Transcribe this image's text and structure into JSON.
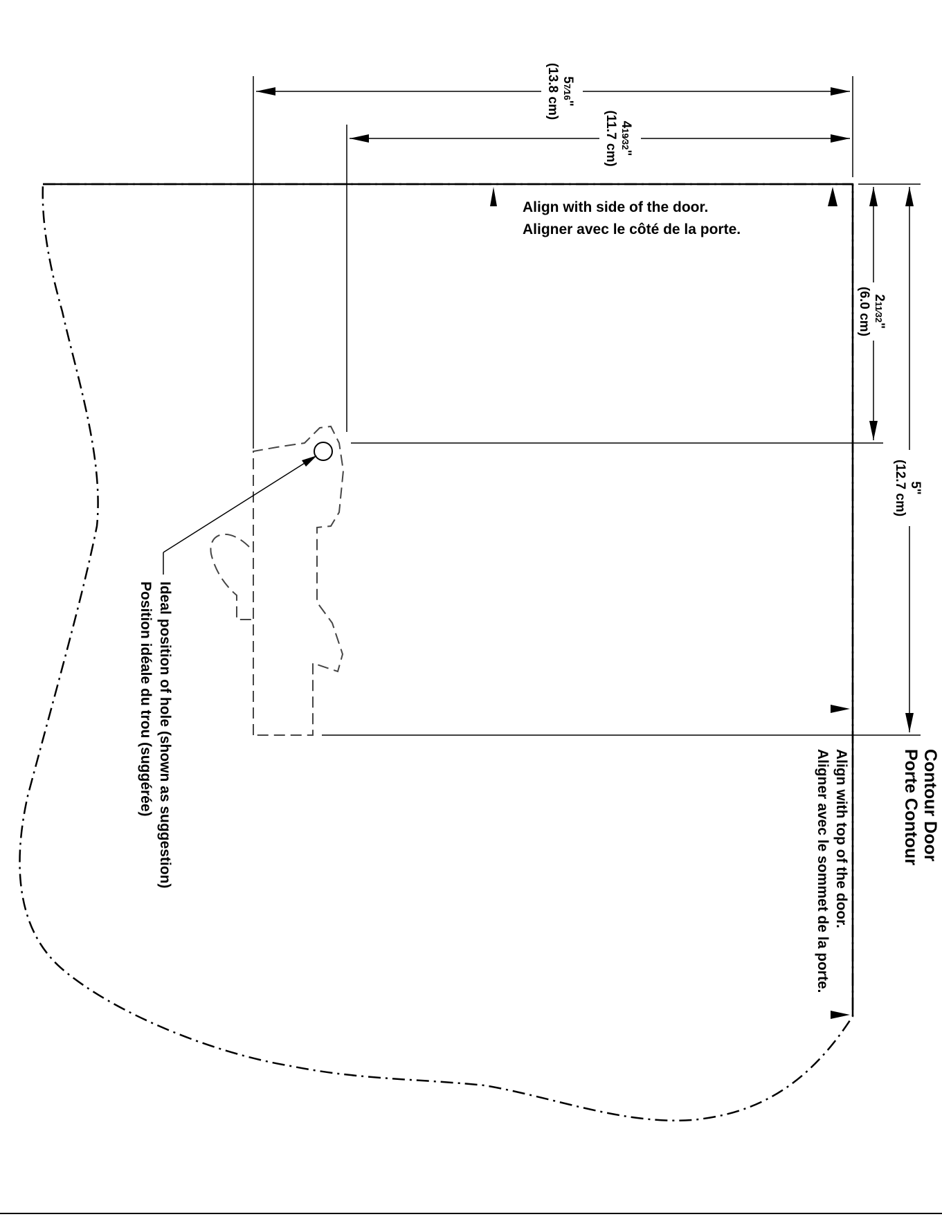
{
  "template": {
    "title_en": "Contour Door",
    "title_fr": "Porte Contour",
    "align_side_en": "Align with side of the door.",
    "align_side_fr": "Aligner avec le côté de la porte.",
    "align_top_en": "Align with top of the door.",
    "align_top_fr": "Aligner avec le sommet de la porte.",
    "hole_en": "Ideal position of hole (shown as suggestion)",
    "hole_fr": "Position idéale du trou (suggérée)"
  },
  "dimensions": {
    "overall_width": {
      "whole": "5",
      "fraction": "7⁄16",
      "inch": "\"",
      "metric": "(13.8 cm)"
    },
    "hole_offset": {
      "whole": "4",
      "fraction": "19⁄32",
      "inch": "\"",
      "metric": "(11.7 cm)"
    },
    "side_offset": {
      "whole": "2",
      "fraction": "11⁄32",
      "inch": "\"",
      "metric": "(6.0 cm)"
    },
    "overall_height": {
      "whole": "5",
      "inch": "\"",
      "metric": "(12.7 cm)"
    }
  },
  "colors": {
    "ink": "#000000",
    "paper": "#ffffff"
  }
}
